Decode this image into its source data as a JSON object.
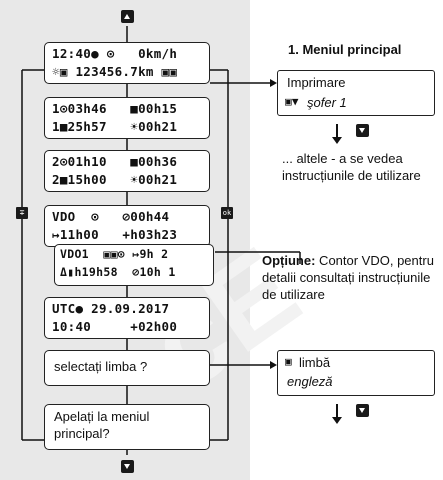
{
  "screens": {
    "s1": {
      "l1": "12:40● ⊙   0km/h",
      "l2": "☼▣ 123456.7km ▣▣"
    },
    "s2": {
      "l1": "1⊙03h46   ■00h15",
      "l2": "1■25h57   ☀00h21"
    },
    "s3": {
      "l1": "2⊙01h10   ■00h36",
      "l2": "2■15h00   ☀00h21"
    },
    "s4": {
      "l1": "VDO  ⊙   ⊘00h44",
      "l2": "↦11h00   +h03h23"
    },
    "s4b": {
      "l1": "VDO1  ▣▣⊙ ↦9h 2",
      "l2": "Δ▮h19h58  ⊘10h 1"
    },
    "s5": {
      "l1": "UTC● 29.09.2017",
      "l2": "10:40     +02h00"
    },
    "s6": {
      "text": "selectați limba ?"
    },
    "s7": {
      "text": "Apelați la meniul principal?"
    }
  },
  "side_icons": {
    "left": "∓",
    "right": "ok"
  },
  "right": {
    "title": "1. Meniul principal",
    "print_box": {
      "line1": "Imprimare",
      "line2": "şofer 1"
    },
    "others": "... altele - a se vedea instrucțiunile de utilizare",
    "option_label": "Opțiune:",
    "option_text": " Contor VDO, pentru detalii consultați instrucțiunile de utilizare",
    "lang_box": {
      "line1": "limbă",
      "line2": "engleză"
    }
  }
}
